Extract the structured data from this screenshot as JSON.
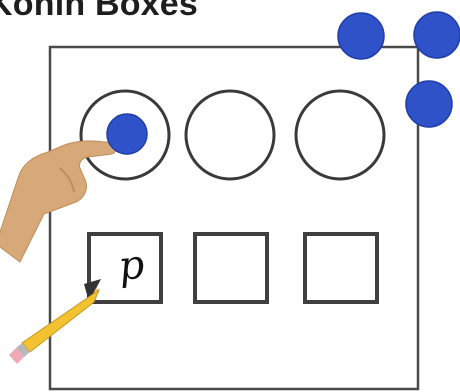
{
  "title": "Konin Boxes",
  "handwritten_letter": "p",
  "colors": {
    "page_bg": "#ffffff",
    "title_text": "#1e1e1e",
    "board_stroke": "#4a4a4a",
    "circle_stroke": "#3a3a3a",
    "square_stroke": "#3f3f3f",
    "counter_blue": "#2f52c8",
    "counter_blue_edge": "#1f3ea6",
    "hand_skin": "#d7a878",
    "hand_shadow": "#c08e5e",
    "pencil_body": "#f2c230",
    "pencil_wood": "#e9c48b",
    "pencil_eraser": "#f1a8b8",
    "pencil_ferrule": "#b8b8b8"
  },
  "circle_count": 3,
  "square_count": 3,
  "spare_counter_count": 3,
  "counters_in_circles": [
    1,
    0,
    0
  ],
  "letters_in_squares": [
    "p",
    "",
    ""
  ],
  "icons": [
    "pointing-hand-icon",
    "pencil-icon"
  ]
}
